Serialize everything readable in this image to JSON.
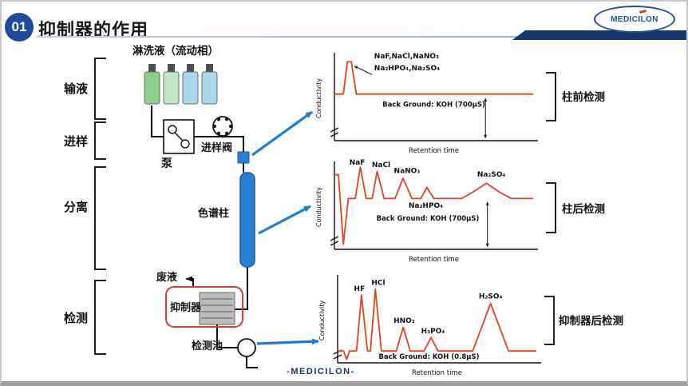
{
  "slide": {
    "badge": "01",
    "title": "抑制器的作用",
    "logo_text": "MEDICILON",
    "footer": "-MEDICILON-"
  },
  "colors": {
    "navy": "#16356e",
    "badge_blue": "#1e4b9b",
    "logo_blue": "#1d4f9e",
    "arrow_blue": "#1a7fd6",
    "line_red": "#e8401c",
    "column_blue": "#2a7fd4",
    "suppressor_red": "#e03a2a"
  },
  "stages": [
    {
      "label": "输液"
    },
    {
      "label": "进样"
    },
    {
      "label": "分离"
    },
    {
      "label": "检测"
    }
  ],
  "diagram": {
    "eluent_label": "淋洗液（流动相）",
    "bottle_colors": [
      "#8ccf8c",
      "#c2e6c6",
      "#a9d8ec",
      "#a9d8ec"
    ],
    "pump_label": "泵",
    "valve_label": "进样阀",
    "column_label": "色谱柱",
    "waste_label": "废液",
    "suppressor_label": "抑制器",
    "cell_label": "检测池"
  },
  "detections": [
    {
      "label": "柱前检测"
    },
    {
      "label": "柱后检测"
    },
    {
      "label": "抑制器后检测"
    }
  ],
  "chart_data": [
    {
      "id": "pre-column-detection",
      "type": "line",
      "xlabel": "Retention time",
      "ylabel": "Conductivity",
      "line_color": "#e8401c",
      "baseline_level": 0.55,
      "points": [
        [
          0,
          0.55
        ],
        [
          0.045,
          0.55
        ],
        [
          0.065,
          0.93
        ],
        [
          0.085,
          0.93
        ],
        [
          0.11,
          0.55
        ],
        [
          1,
          0.55
        ]
      ],
      "peak_labels": [
        {
          "text": "NaF,NaCl,NaNO₃",
          "x": 0.2,
          "y": 0.97,
          "anchor": "start"
        },
        {
          "text": "Na₂HPO₄,Na₂SO₄",
          "x": 0.2,
          "y": 0.83,
          "anchor": "start"
        }
      ],
      "background_note": "Back Ground: KOH (700μS)",
      "note_pos": {
        "x": 0.5,
        "y": 0.4
      },
      "arrows": [
        {
          "x1": 0.19,
          "y1": 0.78,
          "x2": 0.1,
          "y2": 0.88,
          "head": "end"
        },
        {
          "x1": 0.76,
          "y1": 0.03,
          "x2": 0.76,
          "y2": 0.5,
          "head": "both"
        }
      ]
    },
    {
      "id": "post-column-detection",
      "type": "line",
      "xlabel": "Retention time",
      "ylabel": "Conductivity",
      "line_color": "#e8401c",
      "baseline_level": 0.6,
      "points": [
        [
          0,
          0.88
        ],
        [
          0.02,
          0.88
        ],
        [
          0.045,
          0.06
        ],
        [
          0.07,
          0.6
        ],
        [
          0.105,
          0.6
        ],
        [
          0.13,
          0.97
        ],
        [
          0.16,
          0.6
        ],
        [
          0.19,
          0.6
        ],
        [
          0.215,
          0.92
        ],
        [
          0.25,
          0.6
        ],
        [
          0.305,
          0.6
        ],
        [
          0.345,
          0.84
        ],
        [
          0.39,
          0.6
        ],
        [
          0.435,
          0.6
        ],
        [
          0.465,
          0.73
        ],
        [
          0.5,
          0.6
        ],
        [
          0.64,
          0.6
        ],
        [
          0.7,
          0.68
        ],
        [
          0.765,
          0.78
        ],
        [
          0.835,
          0.67
        ],
        [
          0.89,
          0.6
        ],
        [
          1,
          0.6
        ]
      ],
      "peak_labels": [
        {
          "text": "NaF",
          "x": 0.115,
          "y": 1.0
        },
        {
          "text": "NaCl",
          "x": 0.235,
          "y": 0.97
        },
        {
          "text": "NaNO₃",
          "x": 0.365,
          "y": 0.9
        },
        {
          "text": "Na₂HPO₄",
          "x": 0.46,
          "y": 0.49
        },
        {
          "text": "Na₂SO₄",
          "x": 0.79,
          "y": 0.86
        }
      ],
      "background_note": "Back Ground: KOH (700μS)",
      "note_pos": {
        "x": 0.47,
        "y": 0.34
      },
      "arrows": [
        {
          "x1": 0.77,
          "y1": 0.03,
          "x2": 0.77,
          "y2": 0.56,
          "head": "both"
        }
      ]
    },
    {
      "id": "post-suppressor-detection",
      "type": "line",
      "xlabel": "Retention time",
      "ylabel": "Conductivity",
      "line_color": "#e8401c",
      "baseline_level": 0.14,
      "points": [
        [
          0,
          0.14
        ],
        [
          0.03,
          0.14
        ],
        [
          0.045,
          0.04
        ],
        [
          0.06,
          0.14
        ],
        [
          0.095,
          0.14
        ],
        [
          0.12,
          0.8
        ],
        [
          0.15,
          0.14
        ],
        [
          0.165,
          0.14
        ],
        [
          0.19,
          0.87
        ],
        [
          0.22,
          0.14
        ],
        [
          0.295,
          0.14
        ],
        [
          0.33,
          0.42
        ],
        [
          0.365,
          0.14
        ],
        [
          0.435,
          0.14
        ],
        [
          0.47,
          0.3
        ],
        [
          0.505,
          0.14
        ],
        [
          0.68,
          0.14
        ],
        [
          0.77,
          0.7
        ],
        [
          0.86,
          0.14
        ],
        [
          1,
          0.14
        ]
      ],
      "peak_labels": [
        {
          "text": "HF",
          "x": 0.11,
          "y": 0.85
        },
        {
          "text": "HCl",
          "x": 0.205,
          "y": 0.92
        },
        {
          "text": "HNO₃",
          "x": 0.335,
          "y": 0.47
        },
        {
          "text": "H₃PO₄",
          "x": 0.48,
          "y": 0.35
        },
        {
          "text": "H₂SO₄",
          "x": 0.77,
          "y": 0.76
        }
      ],
      "background_note": "Back Ground: KOH (0.8μS)",
      "note_pos": {
        "x": 0.46,
        "y": 0.045
      },
      "arrows": []
    }
  ]
}
